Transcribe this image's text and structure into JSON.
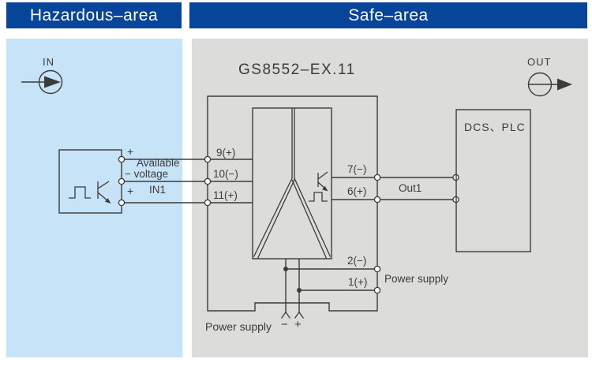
{
  "headers": {
    "hazardous": "Hazardous–area",
    "safe": "Safe–area"
  },
  "icons": {
    "in_label": "IN",
    "out_label": "OUT"
  },
  "device": {
    "title": "GS8552–EX.11",
    "terminals": {
      "t9": "9(+)",
      "t10": "10(−)",
      "t11": "11(+)",
      "t7": "7(−)",
      "t6": "6(+)",
      "t2": "2(−)",
      "t1": "1(+)"
    },
    "power_supply_label": "Power supply"
  },
  "sensor_wiring": {
    "plus_top": "+",
    "available": "Available",
    "minus_voltage": "− voltage",
    "plus_bottom": "+",
    "in1": "IN1"
  },
  "output_wiring": {
    "out1": "Out1",
    "dcs_plc": "DCS、PLC"
  },
  "bottom_power": {
    "label": "Power supply",
    "minus": "−",
    "plus": "+"
  },
  "colors": {
    "header_bg": "#07459a",
    "hazardous_bg": "#c6e3f7",
    "safe_bg": "#dcdcda",
    "line": "#3b3b3b",
    "text": "#3b3b3b",
    "header_text": "#ffffff"
  }
}
